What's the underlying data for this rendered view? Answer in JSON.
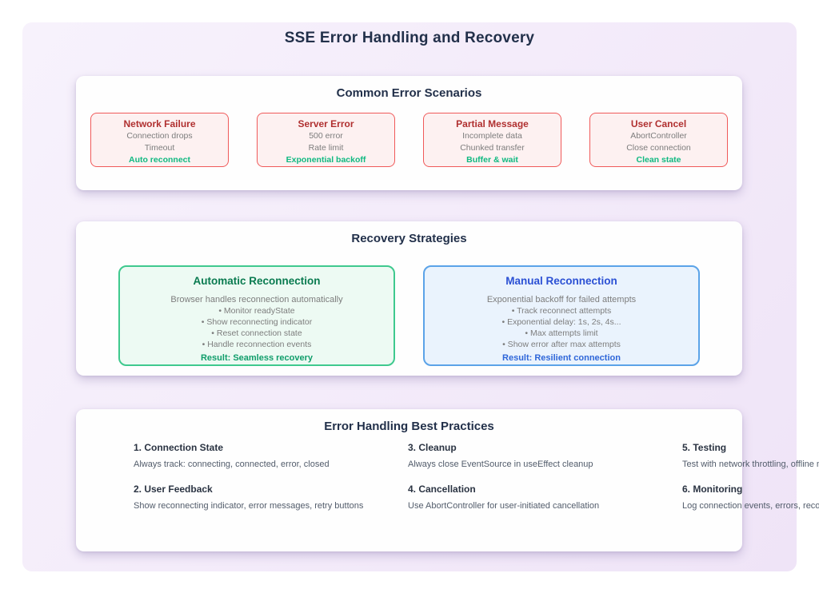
{
  "page": {
    "title": "SSE Error Handling and Recovery"
  },
  "scenarios": {
    "title": "Common Error Scenarios",
    "cards": [
      {
        "title": "Network Failure",
        "line1": "Connection drops",
        "line2": "Timeout",
        "action": "Auto reconnect"
      },
      {
        "title": "Server Error",
        "line1": "500 error",
        "line2": "Rate limit",
        "action": "Exponential backoff"
      },
      {
        "title": "Partial Message",
        "line1": "Incomplete data",
        "line2": "Chunked transfer",
        "action": "Buffer & wait"
      },
      {
        "title": "User Cancel",
        "line1": "AbortController",
        "line2": "Close connection",
        "action": "Clean state"
      }
    ]
  },
  "strategies": {
    "title": "Recovery Strategies",
    "cards": [
      {
        "title": "Automatic Reconnection",
        "subtitle": "Browser handles reconnection automatically",
        "bullets": [
          "• Monitor readyState",
          "• Show reconnecting indicator",
          "• Reset connection state",
          "• Handle reconnection events"
        ],
        "result": "Result: Seamless recovery"
      },
      {
        "title": "Manual Reconnection",
        "subtitle": "Exponential backoff for failed attempts",
        "bullets": [
          "• Track reconnect attempts",
          "• Exponential delay: 1s, 2s, 4s...",
          "• Max attempts limit",
          "• Show error after max attempts"
        ],
        "result": "Result: Resilient connection"
      }
    ]
  },
  "best_practices": {
    "title": "Error Handling Best Practices",
    "items": [
      {
        "title": "1. Connection State",
        "desc": "Always track: connecting, connected, error, closed"
      },
      {
        "title": "2. User Feedback",
        "desc": "Show reconnecting indicator, error messages, retry buttons"
      },
      {
        "title": "3. Cleanup",
        "desc": "Always close EventSource in useEffect cleanup"
      },
      {
        "title": "4. Cancellation",
        "desc": "Use AbortController for user-initiated cancellation"
      },
      {
        "title": "5. Testing",
        "desc": "Test with network throttling, offline mode"
      },
      {
        "title": "6. Monitoring",
        "desc": "Log connection events, errors, reconnects"
      }
    ]
  },
  "colors": {
    "error_border": "#f05a5a",
    "error_bg": "#fdf1f1",
    "error_title": "#b03030",
    "success_text": "#10b981",
    "green_border": "#3fc98e",
    "green_bg": "#edfaf3",
    "green_title": "#0a7b50",
    "green_result": "#0f9d6a",
    "blue_border": "#5ba3e8",
    "blue_bg": "#eaf3fd",
    "blue_title": "#2b50d4",
    "blue_result": "#2e66d9",
    "heading": "#22304a",
    "muted": "#7d7d7d",
    "container_bg_start": "#f7f2fc",
    "container_bg_end": "#efe4f7"
  }
}
